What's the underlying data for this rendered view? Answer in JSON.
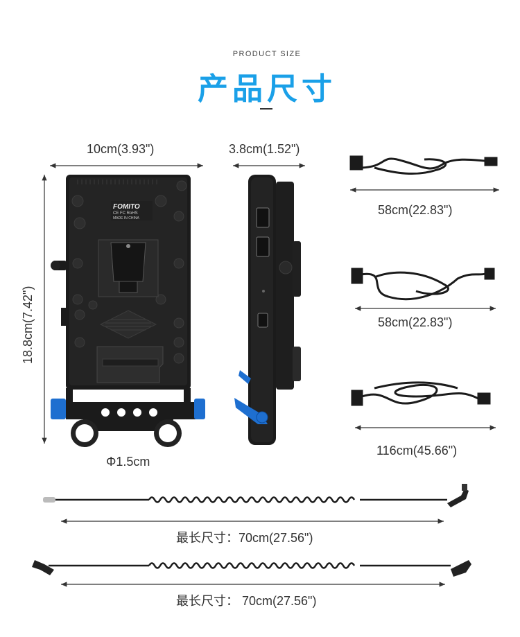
{
  "header": {
    "eyebrow": "PRODUCT SIZE",
    "title": "产品尺寸"
  },
  "product_front": {
    "brand": "FOMITO",
    "fine_print_1": "CE FC RoHS",
    "fine_print_2": "MADE IN CHINA",
    "width_label": "10cm(3.93\")",
    "height_label": "18.8cm(7.42\")",
    "rod_clamp_label": "Φ1.5cm"
  },
  "product_side": {
    "depth_label": "3.8cm(1.52\")"
  },
  "cables": {
    "cable_1_label": "58cm(22.83\")",
    "cable_2_label": "58cm(22.83\")",
    "cable_3_label": "116cm(45.66\")",
    "coiled_1_label": "最长尺寸：70cm(27.56\")",
    "coiled_2_label": "最长尺寸： 70cm(27.56\")"
  },
  "colors": {
    "title_blue": "#1aa0e8",
    "device_black": "#1b1b1b",
    "clamp_blue": "#1e6fd0"
  }
}
